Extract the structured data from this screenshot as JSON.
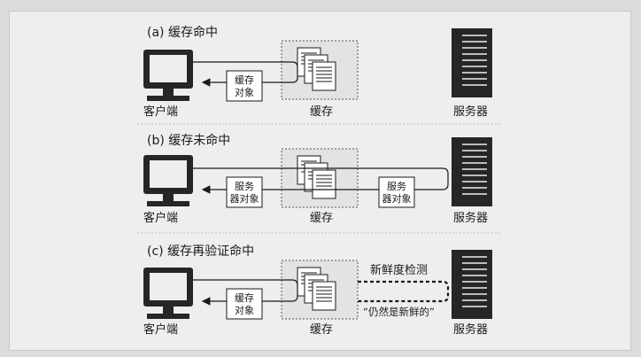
{
  "colors": {
    "background": "#eeeeee",
    "ink": "#1a1a1a",
    "cache_box": "#e3e3e3",
    "server": "#262626"
  },
  "panels": [
    {
      "title": "(a) 缓存命中",
      "client_label": "客户端",
      "cache_label": "缓存",
      "server_label": "服务器",
      "object_label_line1": "缓存",
      "object_label_line2": "对象"
    },
    {
      "title": "(b) 缓存未命中",
      "client_label": "客户端",
      "cache_label": "缓存",
      "server_label": "服务器",
      "object_label_line1": "服务",
      "object_label_line2": "器对象",
      "server_object_line1": "服务",
      "server_object_line2": "器对象"
    },
    {
      "title": "(c) 缓存再验证命中",
      "client_label": "客户端",
      "cache_label": "缓存",
      "server_label": "服务器",
      "object_label_line1": "缓存",
      "object_label_line2": "对象",
      "check_label": "新鲜度检测",
      "fresh_label": "“仍然是新鲜的”"
    }
  ],
  "icons": {
    "client": "monitor-icon",
    "server": "server-rack-icon",
    "cache": "documents-icon"
  }
}
